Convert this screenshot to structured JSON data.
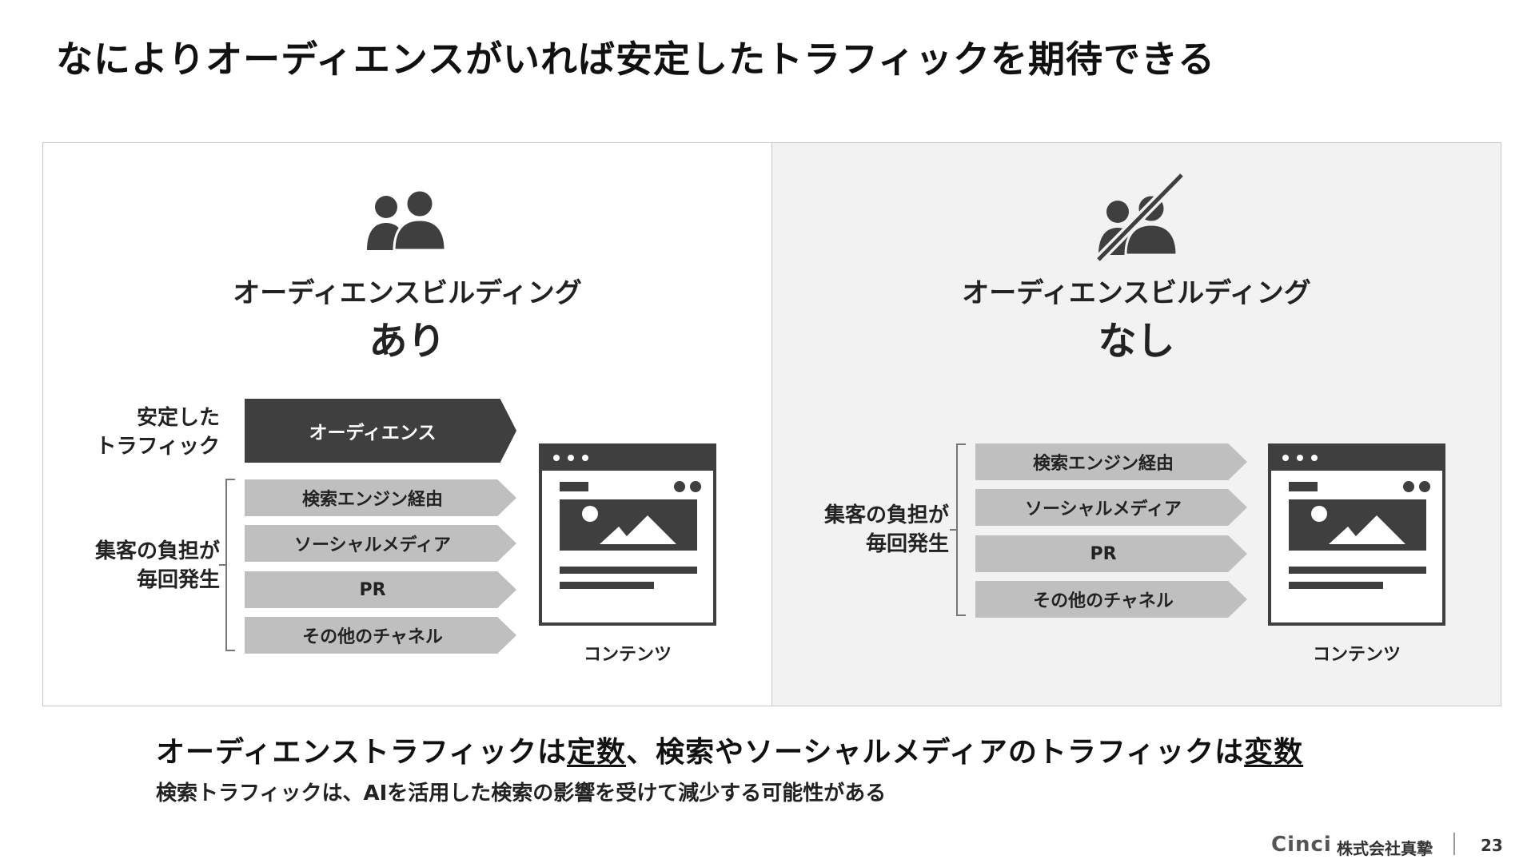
{
  "title": "なによりオーディエンスがいれば安定したトラフィックを期待できる",
  "left_panel": {
    "heading_sub": "オーディエンスビルディング",
    "heading_main": "あり",
    "icon": "people-icon",
    "stable_label_line1": "安定した",
    "stable_label_line2": "トラフィック",
    "audience_arrow": "オーディエンス",
    "burden_label_line1": "集客の負担が",
    "burden_label_line2": "毎回発生",
    "channels": [
      "検索エンジン経由",
      "ソーシャルメディア",
      "PR",
      "その他のチャネル"
    ],
    "content_label": "コンテンツ"
  },
  "right_panel": {
    "heading_sub": "オーディエンスビルディング",
    "heading_main": "なし",
    "icon": "people-crossed-icon",
    "burden_label_line1": "集客の負担が",
    "burden_label_line2": "毎回発生",
    "channels": [
      "検索エンジン経由",
      "ソーシャルメディア",
      "PR",
      "その他のチャネル"
    ],
    "content_label": "コンテンツ"
  },
  "summary": {
    "part1": "オーディエンストラフィックは",
    "emph1": "定数",
    "part2": "、検索やソーシャルメディアのトラフィックは",
    "emph2": "変数"
  },
  "note": "検索トラフィックは、AIを活用した検索の影響を受けて減少する可能性がある",
  "footer": {
    "logo": "Cinci",
    "company": "株式会社真摯",
    "page": "23"
  },
  "colors": {
    "dark": "#3f3f3f",
    "arrow_gray": "#bfbfbf",
    "right_bg": "#f2f2f2"
  }
}
